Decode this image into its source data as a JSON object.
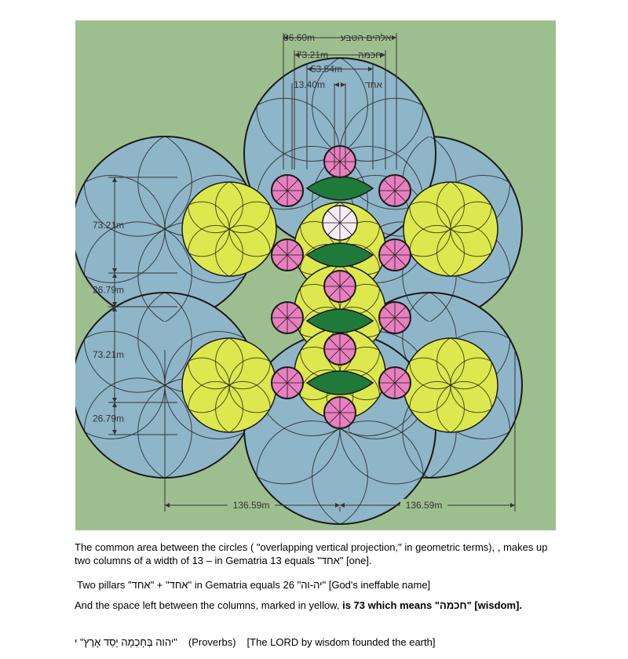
{
  "diagram": {
    "colors": {
      "background": "#9dbf8f",
      "outer_circle": "#8fb5c8",
      "yellow": "#dde84e",
      "pink": "#e87fbf",
      "dark_green": "#1f7a3a",
      "white_center": "#f7ecf4",
      "line": "#1a1a1a",
      "dim_line": "#333333"
    },
    "top_dimensions": [
      {
        "value": "86.60m",
        "hebrew": "אלהים הטבע"
      },
      {
        "value": "73.21m",
        "hebrew": "חכמה"
      },
      {
        "value": "53.54m",
        "hebrew": ""
      },
      {
        "value": "13.40m",
        "hebrew": "אחד"
      }
    ],
    "left_dimensions": [
      "73.21m",
      "26.79m",
      "73.21m",
      "26.79m"
    ],
    "bottom_dimensions": [
      "136.59m",
      "136.59m"
    ]
  },
  "text": {
    "p1": "The common area between the circles ( \"overlapping vertical projection,\" in geometric terms), , makes up two columns of a  width of 13 – in Gematria 13 equals  \"אחד\" [one].",
    "p2": "Two pillars \"אחד\" + \"אחד\" in Gematria equals 26 \"יה-וה\" [God's ineffable name]",
    "p3_normal": "And the space left between the columns, marked in yellow, ",
    "p3_bold": "is 73 which means \"חכמה\" [wisdom]",
    "p3_end": ".",
    "p4_hebrew": "\"יהוה בְּחָכְמָה יָסַד אָרֶץ\" י",
    "p4_source": "(Proverbs)",
    "p4_gloss": "[The LORD by wisdom founded the earth]"
  }
}
